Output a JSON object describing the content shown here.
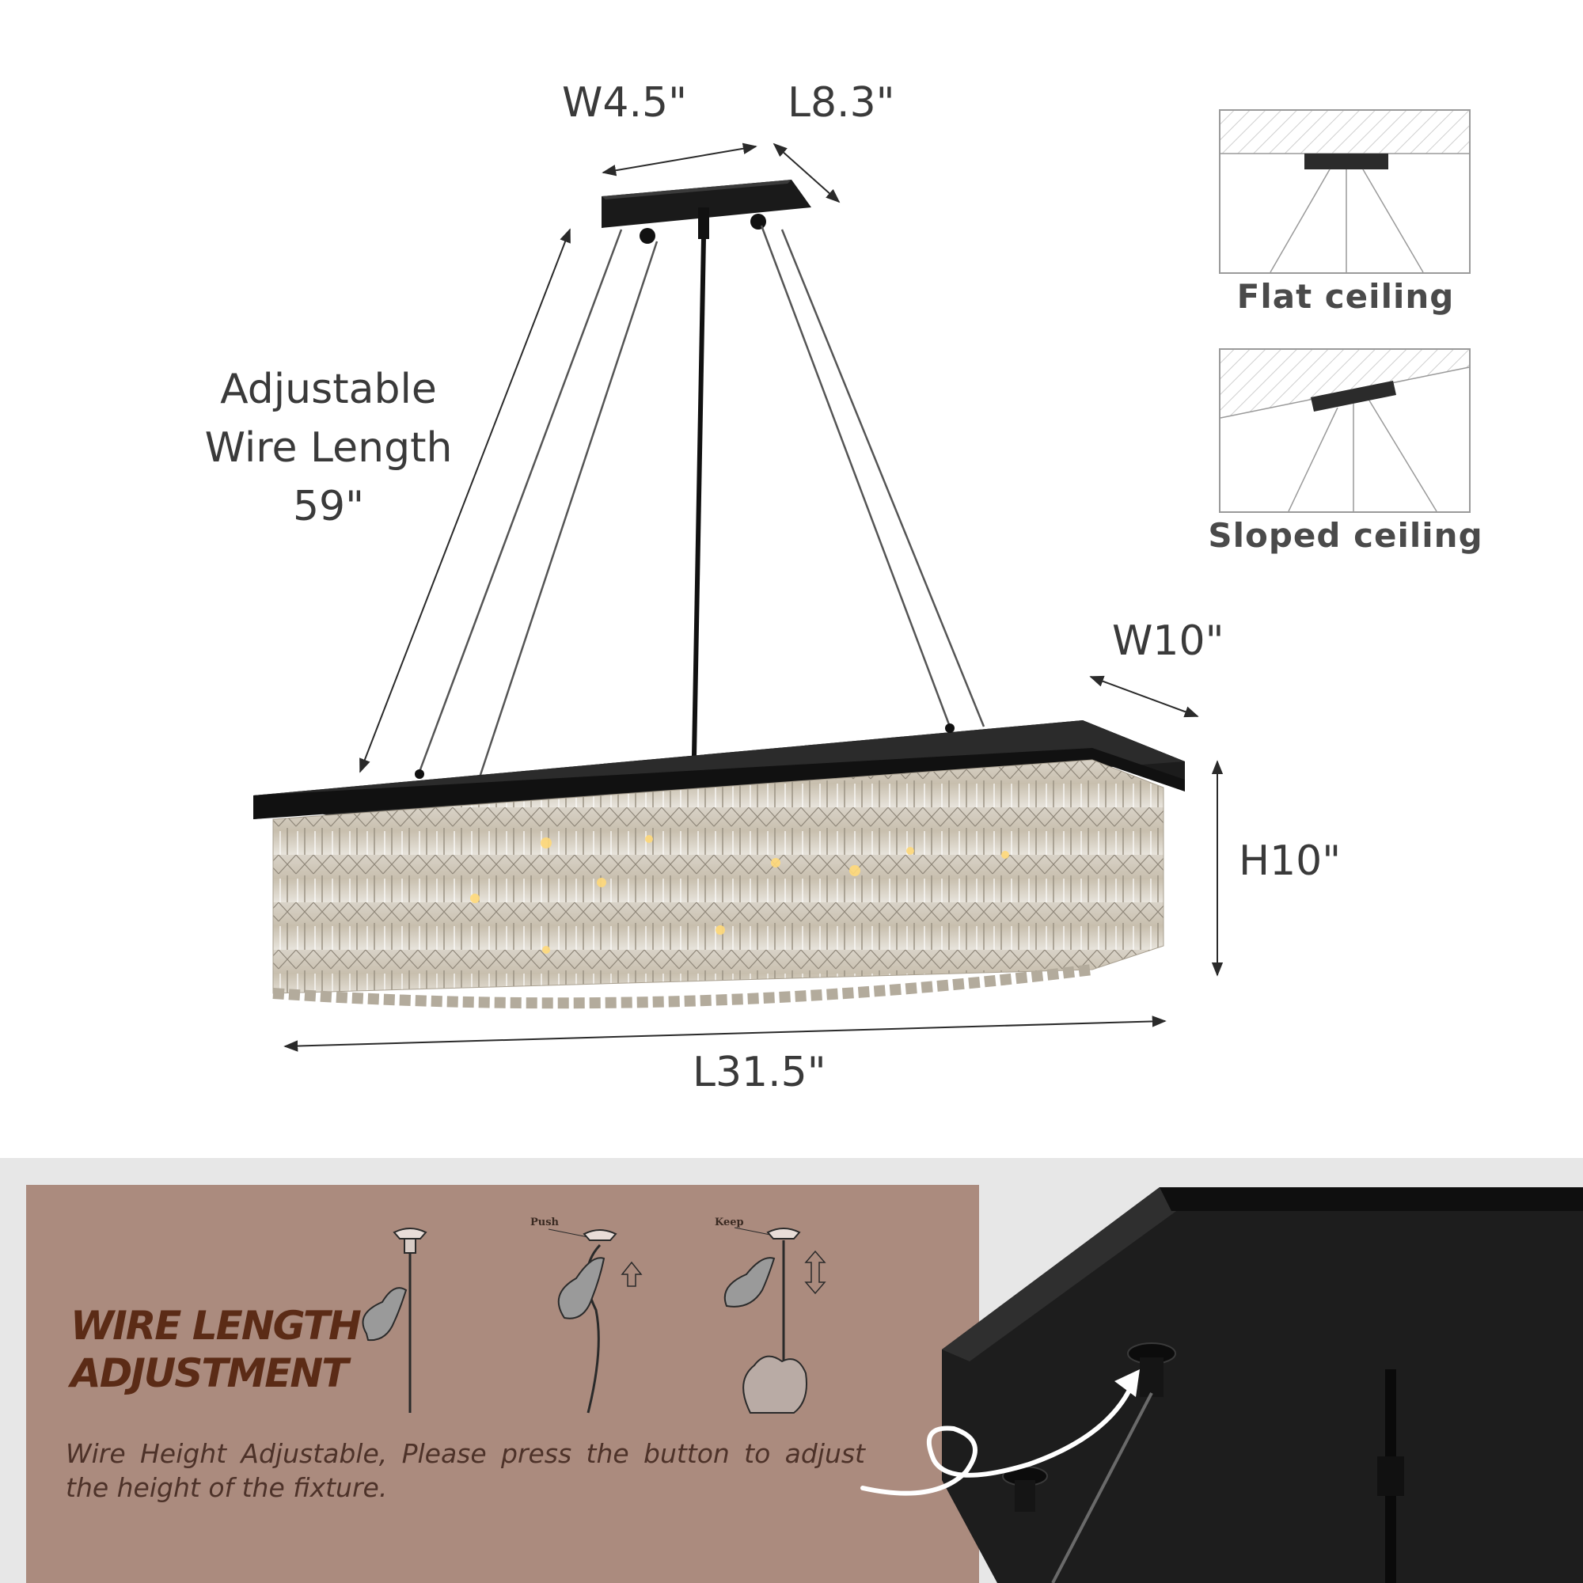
{
  "dimensions": {
    "canopy_width": "W4.5\"",
    "canopy_length": "L8.3\"",
    "wire_length_lines": [
      "Adjustable",
      "Wire Length",
      "59\""
    ],
    "fixture_width": "W10\"",
    "fixture_height": "H10\"",
    "fixture_length": "L31.5\""
  },
  "ceiling_types": {
    "flat": "Flat ceiling",
    "sloped": "Sloped ceiling"
  },
  "adjustment": {
    "title_lines": [
      "WIRE LENGTH",
      "ADJUSTMENT"
    ],
    "description": "Wire Height Adjustable, Please press the button to adjust the height of the fixture.",
    "step_labels": [
      "Push",
      "Keep"
    ]
  },
  "colors": {
    "fixture_black": "#1a1a1a",
    "panel_brown": "#ab8b7e",
    "title_brown": "#5b2b16",
    "band_gray": "#e7e7e7"
  }
}
